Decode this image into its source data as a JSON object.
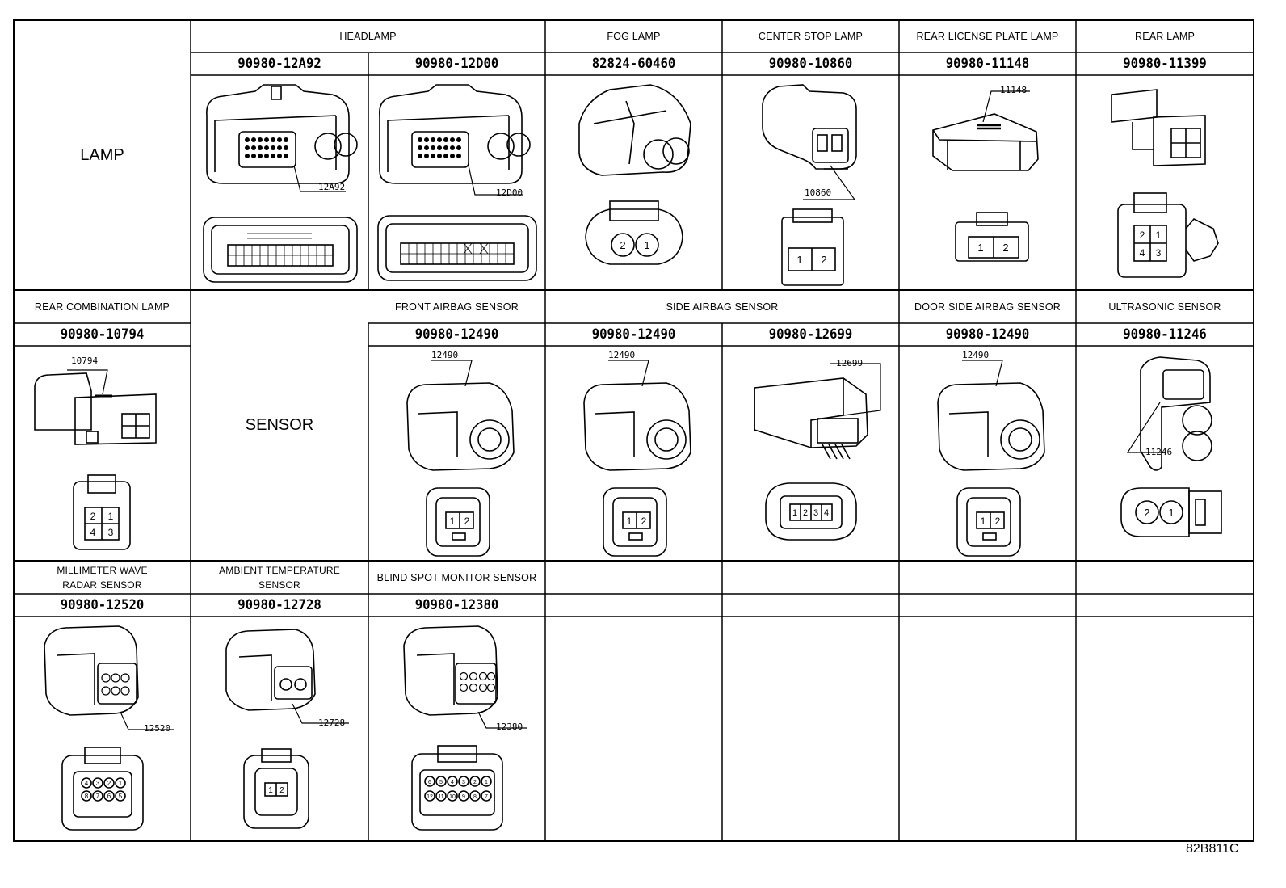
{
  "diagram_code": "82B811C",
  "sections": {
    "lamp": "LAMP",
    "sensor": "SENSOR"
  },
  "components": [
    {
      "id": "headlamp-1",
      "header": "HEADLAMP",
      "part": "90980-12A92",
      "code": "12A92",
      "pins": []
    },
    {
      "id": "headlamp-2",
      "header": "HEADLAMP",
      "part": "90980-12D00",
      "code": "12D00",
      "pins": []
    },
    {
      "id": "fog-lamp",
      "header": "FOG LAMP",
      "part": "82824-60460",
      "code": "",
      "pins": [
        "2",
        "1"
      ]
    },
    {
      "id": "center-stop-lamp",
      "header": "CENTER STOP LAMP",
      "part": "90980-10860",
      "code": "10860",
      "pins": [
        "1",
        "2"
      ]
    },
    {
      "id": "rear-license-plate-lamp",
      "header": "REAR LICENSE PLATE LAMP",
      "part": "90980-11148",
      "code": "11148",
      "pins": [
        "1",
        "2"
      ]
    },
    {
      "id": "rear-lamp",
      "header": "REAR LAMP",
      "part": "90980-11399",
      "code": "",
      "pins": [
        "2",
        "1",
        "4",
        "3"
      ]
    },
    {
      "id": "rear-combination-lamp",
      "header": "REAR COMBINATION LAMP",
      "part": "90980-10794",
      "code": "10794",
      "pins": [
        "2",
        "1",
        "4",
        "3"
      ]
    },
    {
      "id": "front-airbag-sensor",
      "header": "FRONT AIRBAG SENSOR",
      "part": "90980-12490",
      "code": "12490",
      "pins": [
        "1",
        "2"
      ]
    },
    {
      "id": "side-airbag-sensor-1",
      "header": "SIDE AIRBAG SENSOR",
      "part": "90980-12490",
      "code": "12490",
      "pins": [
        "1",
        "2"
      ]
    },
    {
      "id": "side-airbag-sensor-2",
      "header": "SIDE AIRBAG SENSOR",
      "part": "90980-12699",
      "code": "12699",
      "pins": [
        "1",
        "2",
        "3",
        "4"
      ]
    },
    {
      "id": "door-side-airbag-sensor",
      "header": "DOOR SIDE AIRBAG SENSOR",
      "part": "90980-12490",
      "code": "12490",
      "pins": [
        "1",
        "2"
      ]
    },
    {
      "id": "ultrasonic-sensor",
      "header": "ULTRASONIC SENSOR",
      "part": "90980-11246",
      "code": "11246",
      "pins": [
        "2",
        "1"
      ]
    },
    {
      "id": "millimeter-wave-radar-sensor",
      "header": "MILLIMETER WAVE\nRADAR SENSOR",
      "part": "90980-12520",
      "code": "12520",
      "pins": [
        "4",
        "3",
        "2",
        "1",
        "8",
        "7",
        "6",
        "5"
      ]
    },
    {
      "id": "ambient-temperature-sensor",
      "header": "AMBIENT TEMPERATURE\nSENSOR",
      "part": "90980-12728",
      "code": "12728",
      "pins": [
        "1",
        "2"
      ]
    },
    {
      "id": "blind-spot-monitor-sensor",
      "header": "BLIND SPOT MONITOR SENSOR",
      "part": "90980-12380",
      "code": "12380",
      "pins": [
        "6",
        "5",
        "4",
        "3",
        "2",
        "1",
        "12",
        "11",
        "10",
        "9",
        "8",
        "7"
      ]
    }
  ]
}
